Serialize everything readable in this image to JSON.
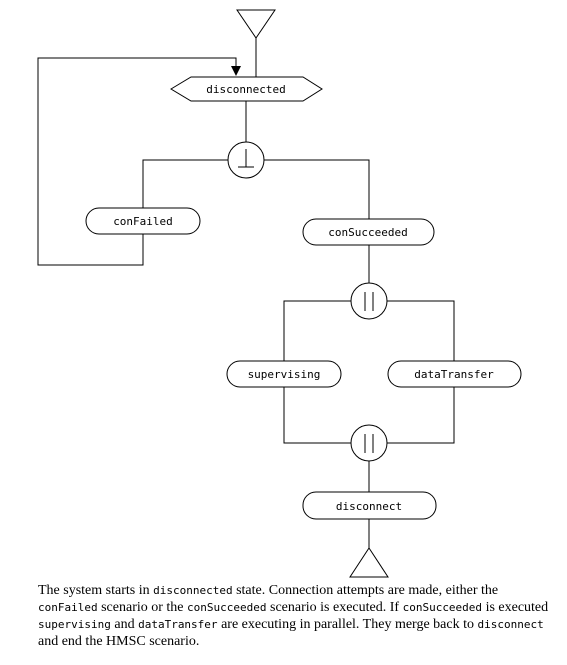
{
  "diagram": {
    "nodes": {
      "disconnected": "disconnected",
      "conFailed": "conFailed",
      "conSucceeded": "conSucceeded",
      "supervising": "supervising",
      "dataTransfer": "dataTransfer",
      "disconnect": "disconnect"
    },
    "operators": {
      "alternative": "⊥",
      "parallel_split": "||",
      "parallel_join": "||"
    }
  },
  "caption": {
    "p1": "The system starts in ",
    "c1": "disconnected",
    "p2": " state. Connection attempts are made, either the ",
    "c2": "conFailed",
    "p3": " scenario or the ",
    "c3": "conSucceeded",
    "p4": " scenario is executed. If ",
    "c4": "conSucceeded",
    "p5": " is executed ",
    "c5": "supervising",
    "p6": " and ",
    "c6": "dataTransfer",
    "p7": " are executing in parallel. They merge back to ",
    "c7": "disconnect",
    "p8": " and end the HMSC scenario."
  }
}
